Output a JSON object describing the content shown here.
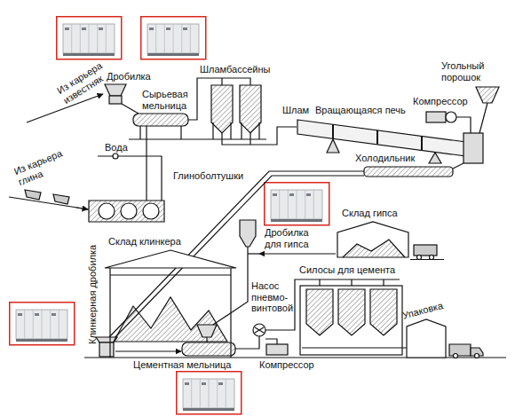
{
  "diagram": {
    "labels": [
      "Из карьера известняк",
      "Дробилка",
      "Сырьевая мельница",
      "Шламбассейны",
      "Шлам",
      "Вращающаяся печь",
      "Угольный порошок",
      "Компрессор",
      "Вода",
      "Из карьера глина",
      "Глиноболтушки",
      "Холодильник",
      "Клинкерная дробилка",
      "Склад клинкера",
      "Дробилка для гипса",
      "Склад гипса",
      "Насос пневмо-винтовой",
      "Силосы для цемента",
      "Упаковка",
      "Цементная мельница",
      "Компрессор"
    ]
  }
}
